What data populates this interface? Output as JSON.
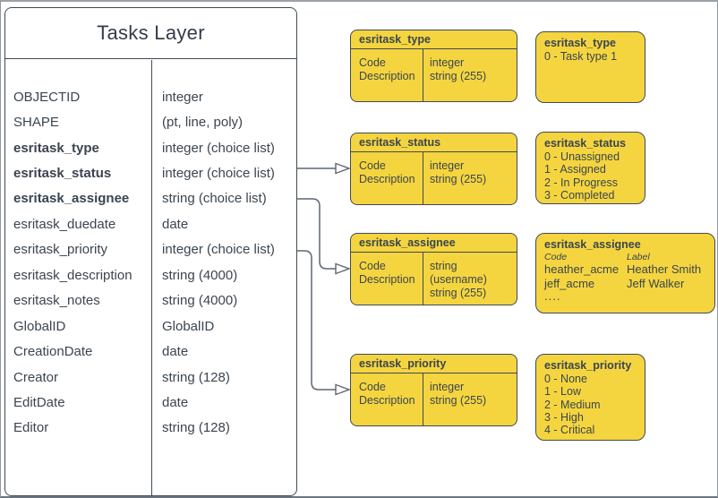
{
  "colors": {
    "box_fill": "#f5d53f",
    "box_border": "#3f4a55",
    "text": "#3a4550",
    "connector": "#5d6772",
    "frame": "#8f979e"
  },
  "tasks_layer": {
    "title": "Tasks Layer",
    "fields": [
      {
        "name": "OBJECTID",
        "type": "integer",
        "bold": false
      },
      {
        "name": "SHAPE",
        "type": "(pt, line, poly)",
        "bold": false
      },
      {
        "name": "esritask_type",
        "type": "integer (choice list)",
        "bold": true
      },
      {
        "name": "esritask_status",
        "type": "integer (choice list)",
        "bold": true
      },
      {
        "name": "esritask_assignee",
        "type": "string (choice list)",
        "bold": true
      },
      {
        "name": "esritask_duedate",
        "type": "date",
        "bold": false
      },
      {
        "name": "esritask_priority",
        "type": "integer (choice list)",
        "bold": false
      },
      {
        "name": "esritask_description",
        "type": "string (4000)",
        "bold": false
      },
      {
        "name": "esritask_notes",
        "type": "string (4000)",
        "bold": false
      },
      {
        "name": "GlobalID",
        "type": "GlobalID",
        "bold": false
      },
      {
        "name": "CreationDate",
        "type": "date",
        "bold": false
      },
      {
        "name": "Creator",
        "type": "string (128)",
        "bold": false
      },
      {
        "name": "EditDate",
        "type": "date",
        "bold": false
      },
      {
        "name": "Editor",
        "type": "string (128)",
        "bold": false
      }
    ]
  },
  "domain_tables": [
    {
      "title": "esritask_type",
      "rows": [
        {
          "field": "Code",
          "type": "integer"
        },
        {
          "field": "Description",
          "type": "string (255)"
        }
      ]
    },
    {
      "title": "esritask_status",
      "rows": [
        {
          "field": "Code",
          "type": "integer"
        },
        {
          "field": "Description",
          "type": "string (255)"
        }
      ]
    },
    {
      "title": "esritask_assignee",
      "rows": [
        {
          "field": "Code",
          "type": "string  (username)"
        },
        {
          "field": "Description",
          "type": "string (255)"
        }
      ]
    },
    {
      "title": "esritask_priority",
      "rows": [
        {
          "field": "Code",
          "type": "integer"
        },
        {
          "field": "Description",
          "type": "string (255)"
        }
      ]
    }
  ],
  "value_lists": [
    {
      "title": "esritask_type",
      "values": [
        "0 - Task type 1"
      ]
    },
    {
      "title": "esritask_status",
      "values": [
        "0 - Unassigned",
        "1 - Assigned",
        "2 - In Progress",
        "3 - Completed"
      ]
    },
    {
      "title": "esritask_assignee",
      "columns": [
        "Code",
        "Label"
      ],
      "entries": [
        [
          "heather_acme",
          "Heather Smith"
        ],
        [
          "jeff_acme",
          "Jeff Walker"
        ]
      ],
      "more": "...."
    },
    {
      "title": "esritask_priority",
      "values": [
        "0 - None",
        "1 - Low",
        "2 - Medium",
        "3 - High",
        "4 - Critical"
      ]
    }
  ]
}
